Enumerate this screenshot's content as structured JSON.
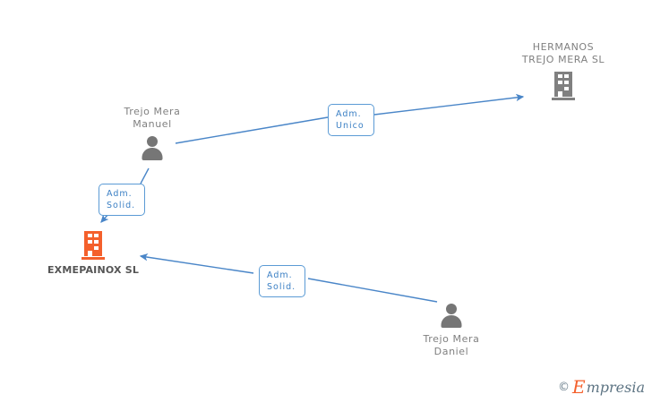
{
  "diagram": {
    "background": "#ffffff",
    "edge_color": "#4a86c8",
    "focal_color": "#f4602c",
    "node_color": "#808080",
    "label_color": "#808080",
    "nodes": [
      {
        "id": "person-trejo-mera-manuel",
        "type": "person",
        "label": "Trejo Mera\nManuel",
        "icon": "person-icon"
      },
      {
        "id": "company-hermanos-trejo-mera-sl",
        "type": "company",
        "label": "HERMANOS\nTREJO MERA SL",
        "icon": "building-icon"
      },
      {
        "id": "company-exmepainox-sl",
        "type": "company-focal",
        "label": "EXMEPAINOX SL",
        "icon": "building-icon"
      },
      {
        "id": "person-trejo-mera-daniel",
        "type": "person",
        "label": "Trejo Mera\nDaniel",
        "icon": "person-icon"
      }
    ],
    "edges": [
      {
        "id": "edge-manuel-to-hermanos",
        "from": "person-trejo-mera-manuel",
        "to": "company-hermanos-trejo-mera-sl",
        "label": "Adm.\nUnico"
      },
      {
        "id": "edge-manuel-to-exmepainox",
        "from": "person-trejo-mera-manuel",
        "to": "company-exmepainox-sl",
        "label": "Adm.\nSolid."
      },
      {
        "id": "edge-daniel-to-exmepainox",
        "from": "person-trejo-mera-daniel",
        "to": "company-exmepainox-sl",
        "label": "Adm.\nSolid."
      }
    ]
  },
  "watermark": {
    "copyright": "©",
    "brand_initial": "E",
    "brand_rest": "mpresia"
  }
}
